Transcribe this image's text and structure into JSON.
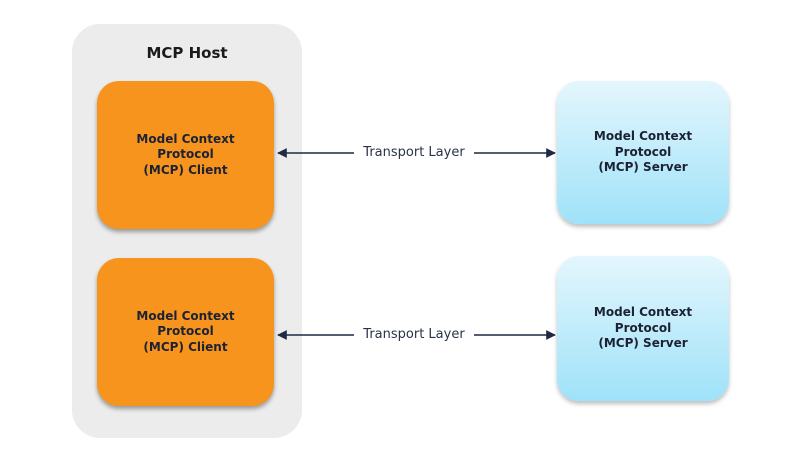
{
  "host": {
    "title": "MCP Host"
  },
  "clients": [
    {
      "label": "Model Context Protocol\n(MCP) Client"
    },
    {
      "label": "Model Context Protocol\n(MCP) Client"
    }
  ],
  "servers": [
    {
      "label": "Model Context Protocol\n(MCP) Server"
    },
    {
      "label": "Model Context Protocol\n(MCP) Server"
    }
  ],
  "links": [
    {
      "label": "Transport Layer",
      "direction": "bidirectional"
    },
    {
      "label": "Transport Layer",
      "direction": "bidirectional"
    }
  ],
  "colors": {
    "host_background": "#ececec",
    "client_fill": "#f7941d",
    "server_fill_top": "#e4f6fd",
    "server_fill_bottom": "#9fe2f9",
    "connector": "#1f2a44"
  }
}
